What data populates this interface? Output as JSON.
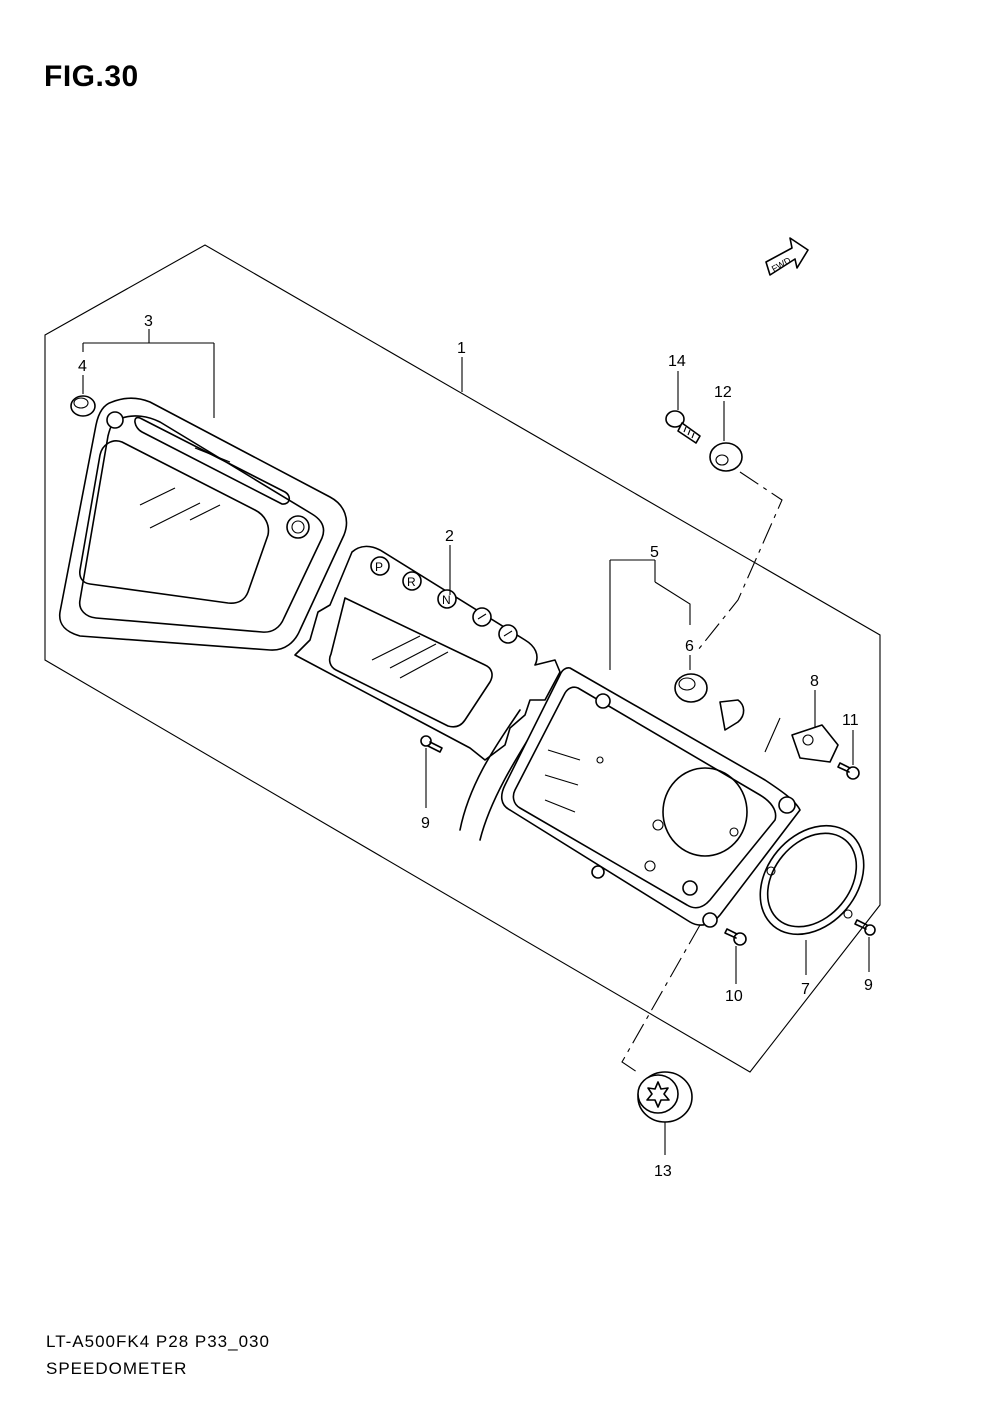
{
  "figure": {
    "title": "FIG.30"
  },
  "footer": {
    "code": "LT-A500FK4 P28 P33_030",
    "name": "SPEEDOMETER"
  },
  "fwd_label": "FWD",
  "callouts": {
    "c1": "1",
    "c2": "2",
    "c3": "3",
    "c4": "4",
    "c5": "5",
    "c6": "6",
    "c7": "7",
    "c8": "8",
    "c9a": "9",
    "c9b": "9",
    "c10": "10",
    "c11": "11",
    "c12": "12",
    "c13": "13",
    "c14": "14"
  },
  "indicator_letters": {
    "p": "P",
    "r": "R",
    "n": "N"
  }
}
